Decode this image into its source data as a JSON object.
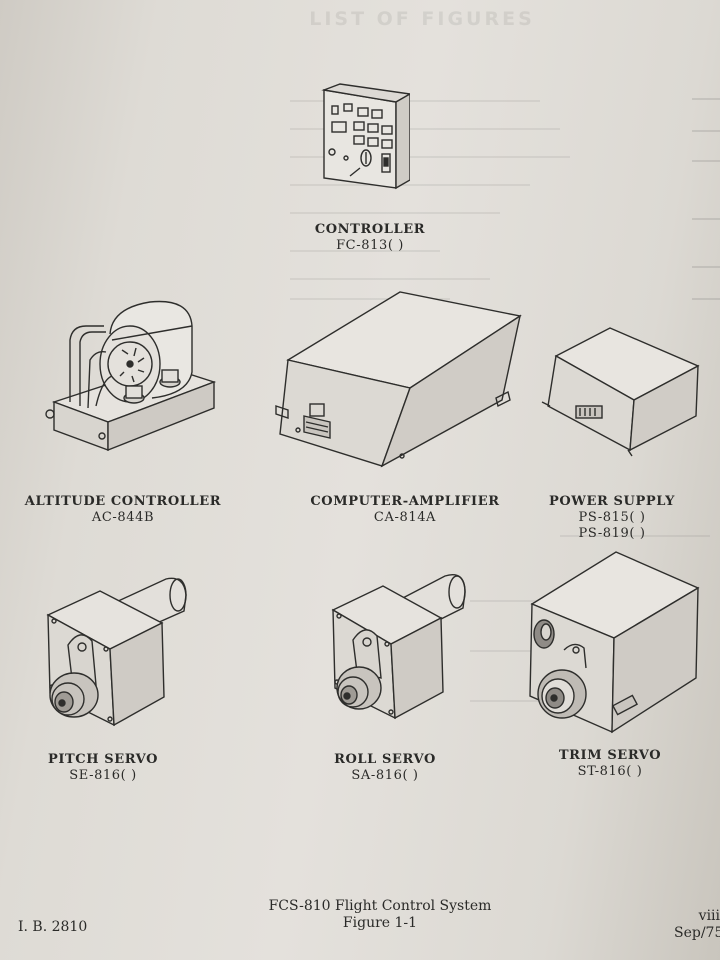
{
  "header_ghost": {
    "line1": "",
    "line2": "LIST OF FIGURES"
  },
  "figure": {
    "components": [
      {
        "name": "CONTROLLER",
        "model": "FC-813( )"
      },
      {
        "name": "ALTITUDE CONTROLLER",
        "model": "AC-844B"
      },
      {
        "name": "COMPUTER-AMPLIFIER",
        "model": "CA-814A"
      },
      {
        "name": "POWER SUPPLY",
        "model": "PS-815( )",
        "model2": "PS-819( )"
      },
      {
        "name": "PITCH SERVO",
        "model": "SE-816( )"
      },
      {
        "name": "ROLL SERVO",
        "model": "SA-816( )"
      },
      {
        "name": "TRIM SERVO",
        "model": "ST-816( )"
      }
    ],
    "caption_title": "FCS-810 Flight Control System",
    "caption_number": "Figure 1-1"
  },
  "footer": {
    "document_id": "I. B.  2810",
    "page_number": "viii",
    "date": "Sep/75"
  }
}
